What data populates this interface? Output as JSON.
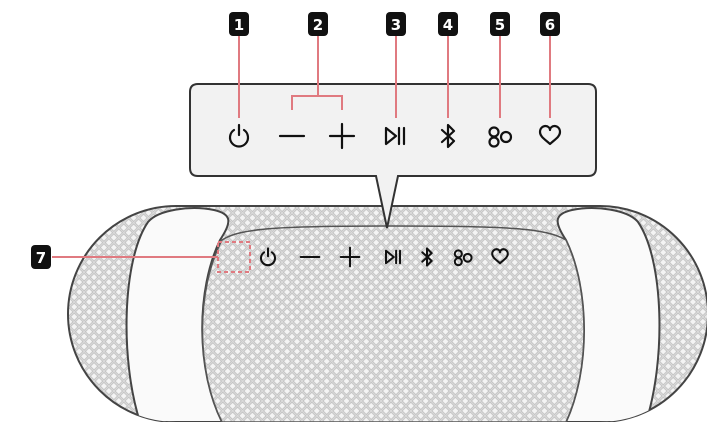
{
  "colors": {
    "badge": "#111111",
    "callout_line": "#e07a80",
    "icon": "#111111",
    "panel_fill": "#f2f2f2",
    "panel_stroke": "#333333",
    "speaker_fabric": "#d9d9d9",
    "speaker_band": "#f7f7f7"
  },
  "callouts": [
    {
      "number": "1",
      "target": "power"
    },
    {
      "number": "2",
      "target": "volume"
    },
    {
      "number": "3",
      "target": "play-pause"
    },
    {
      "number": "4",
      "target": "bluetooth"
    },
    {
      "number": "5",
      "target": "party-mode"
    },
    {
      "number": "6",
      "target": "favorite"
    },
    {
      "number": "7",
      "target": "indicator"
    }
  ],
  "buttons": [
    {
      "name": "power",
      "icon": "power-icon"
    },
    {
      "name": "volume-down",
      "icon": "minus-icon"
    },
    {
      "name": "volume-up",
      "icon": "plus-icon"
    },
    {
      "name": "play-pause",
      "icon": "play-pause-icon"
    },
    {
      "name": "bluetooth",
      "icon": "bluetooth-icon"
    },
    {
      "name": "party-mode",
      "icon": "party-mode-icon"
    },
    {
      "name": "favorite",
      "icon": "heart-icon"
    }
  ]
}
